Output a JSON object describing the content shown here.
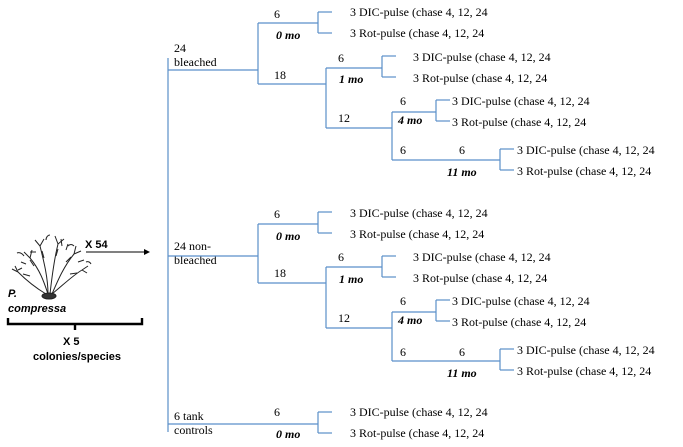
{
  "species": {
    "name_line1": "P.",
    "name_line2": "compressa",
    "multiplier": "X 54",
    "colonies_count": "X 5",
    "colonies_label": "colonies/species"
  },
  "treatments": [
    {
      "label_line1": "24",
      "label_line2": "bleached",
      "direct_count": "6",
      "direct_time": "0 mo",
      "branch_count": "18",
      "branch_time": "1 mo",
      "sub_count": "12",
      "sub_time": "4 mo",
      "sub2_count_a": "6",
      "sub2_count_b": "6",
      "sub2_time": "11  mo",
      "leaf_a": "3 DIC-pulse (chase 4, 12, 24",
      "leaf_b": "3 Rot-pulse (chase 4, 12, 24"
    },
    {
      "label_line1": "24 non-",
      "label_line2": "bleached",
      "direct_count": "6",
      "direct_time": "0 mo",
      "branch_count": "18",
      "branch_time": "1 mo",
      "sub_count": "12",
      "sub_time": "4 mo",
      "sub2_count_a": "6",
      "sub2_count_b": "6",
      "sub2_time": "11  mo",
      "leaf_a": "3 DIC-pulse (chase 4, 12, 24",
      "leaf_b": "3 Rot-pulse (chase 4, 12, 24"
    },
    {
      "label_line1": "6 tank",
      "label_line2": "controls",
      "direct_count": "6",
      "direct_time": "0 mo",
      "leaf_a": "3 DIC-pulse (chase 4, 12, 24",
      "leaf_b": "3 Rot-pulse (chase 4, 12, 24"
    }
  ]
}
